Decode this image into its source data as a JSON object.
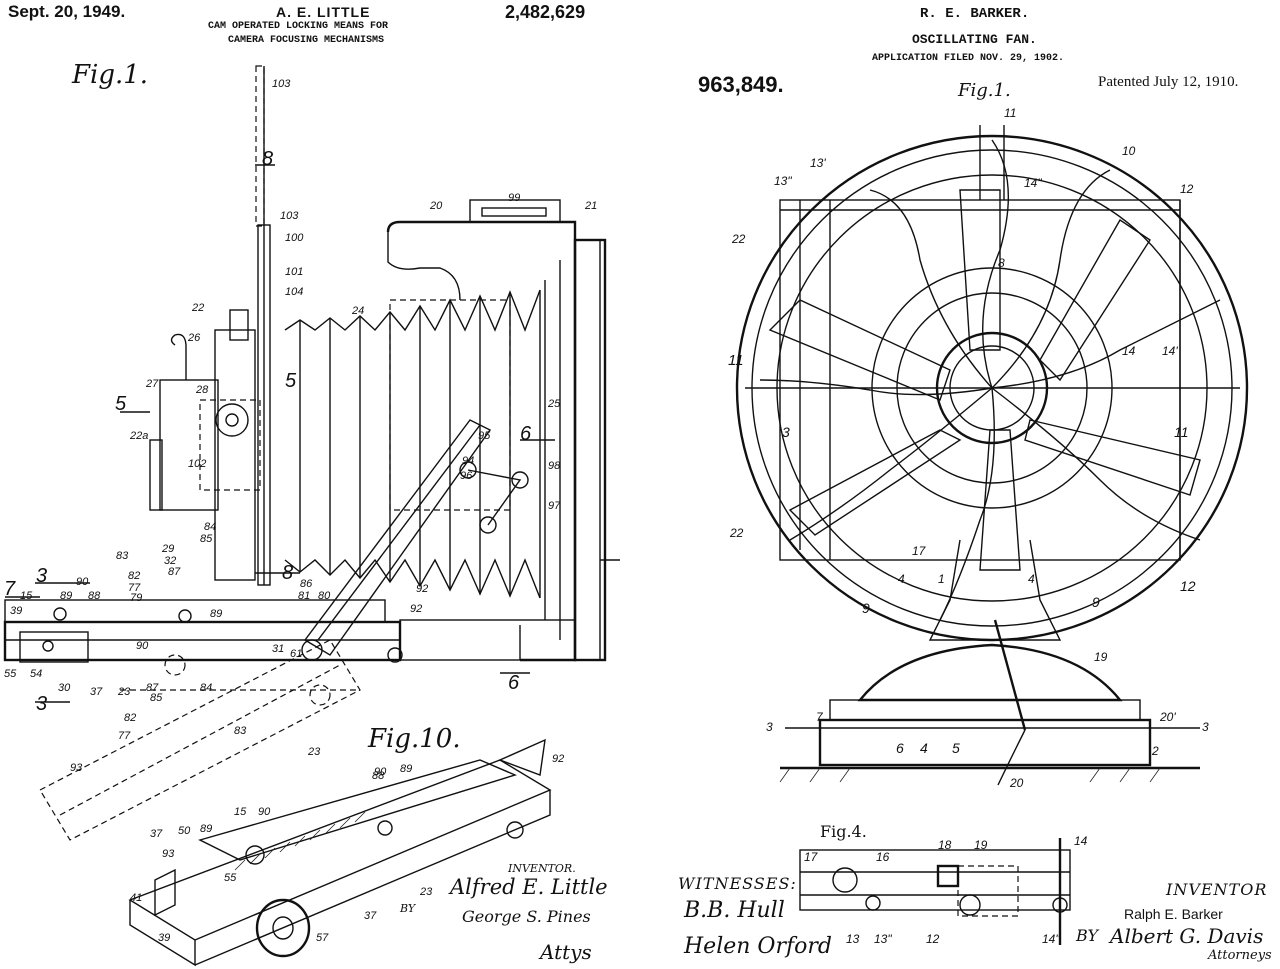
{
  "left_patent": {
    "date": "Sept. 20, 1949.",
    "inventor_name": "A. E. LITTLE",
    "title_line1": "CAM OPERATED LOCKING MEANS FOR",
    "title_line2": "CAMERA FOCUSING MECHANISMS",
    "patent_number": "2,482,629",
    "fig1_label": "Fig.1.",
    "fig10_label": "Fig.10.",
    "inventor_caption": "INVENTOR.",
    "inventor_signature": "Alfred E. Little",
    "by_label": "BY",
    "attorney_signature": "George S. Pines",
    "attys_label": "Attys",
    "reference_numbers": [
      "103",
      "8",
      "103",
      "100",
      "101",
      "104",
      "20",
      "99",
      "21",
      "22",
      "26",
      "24",
      "27",
      "28",
      "5",
      "5",
      "25",
      "22a",
      "95",
      "6",
      "94",
      "98",
      "96",
      "102",
      "97",
      "84",
      "85",
      "83",
      "29",
      "32",
      "82",
      "87",
      "77",
      "79",
      "8",
      "86",
      "81",
      "80",
      "92",
      "7",
      "3",
      "90",
      "15",
      "89",
      "88",
      "39",
      "92",
      "89",
      "90",
      "31",
      "61",
      "55",
      "54",
      "30",
      "37",
      "23",
      "87",
      "85",
      "84",
      "6",
      "3",
      "82",
      "77",
      "83",
      "23",
      "93",
      "37",
      "88",
      "90",
      "89",
      "92",
      "50",
      "89",
      "93",
      "15",
      "90",
      "41",
      "55",
      "23",
      "37",
      "39",
      "57"
    ]
  },
  "right_patent": {
    "inventor_name": "R. E. BARKER.",
    "title": "OSCILLATING FAN.",
    "application": "APPLICATION FILED NOV. 29, 1902.",
    "patent_number": "963,849.",
    "patented": "Patented July 12, 1910.",
    "fig1_label": "Fig.1.",
    "fig4_label": "Fig.4.",
    "witnesses_label": "WITNESSES:",
    "witness1_signature": "B.B. Hull",
    "witness2_signature": "Helen Orford",
    "inventor_caption": "INVENTOR",
    "inventor_signature": "Ralph E. Barker",
    "by_label": "BY",
    "attorney_signature": "Albert G. Davis",
    "attorneys_label": "Attorneys",
    "reference_numbers": [
      "11",
      "10",
      "13'",
      "13\"",
      "12",
      "14\"",
      "22",
      "8",
      "14",
      "14'",
      "11",
      "3",
      "11",
      "22",
      "17",
      "4",
      "1",
      "4",
      "12",
      "9",
      "9",
      "19",
      "7",
      "3",
      "20'",
      "3",
      "6",
      "4",
      "5",
      "2",
      "20",
      "14",
      "17",
      "16",
      "18",
      "19",
      "13",
      "13\"",
      "12",
      "14\""
    ]
  }
}
